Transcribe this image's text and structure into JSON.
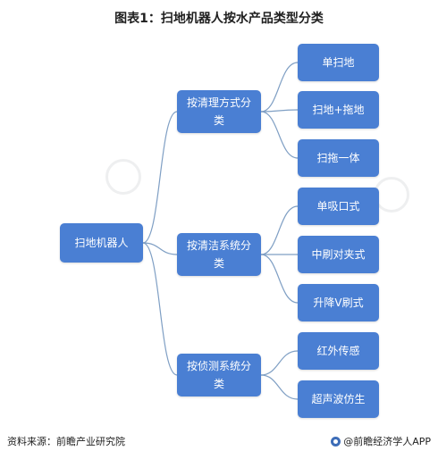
{
  "title": "图表1：扫地机器人按水产品类型分类",
  "root": "扫地机器人",
  "branches": [
    {
      "label": "按清理方式分类",
      "children": [
        "单扫地",
        "扫地+拖地",
        "扫拖一体"
      ]
    },
    {
      "label": "按清洁系统分类",
      "children": [
        "单吸口式",
        "中刷对夹式",
        "升降V刷式"
      ]
    },
    {
      "label": "按侦测系统分类",
      "children": [
        "红外传感",
        "超声波仿生"
      ]
    }
  ],
  "footer": {
    "source": "资料来源：前瞻产业研究院",
    "brand": "@前瞻经济学人APP"
  },
  "colors": {
    "node": "#4a7fd3",
    "connector": "#7f9fc4"
  }
}
